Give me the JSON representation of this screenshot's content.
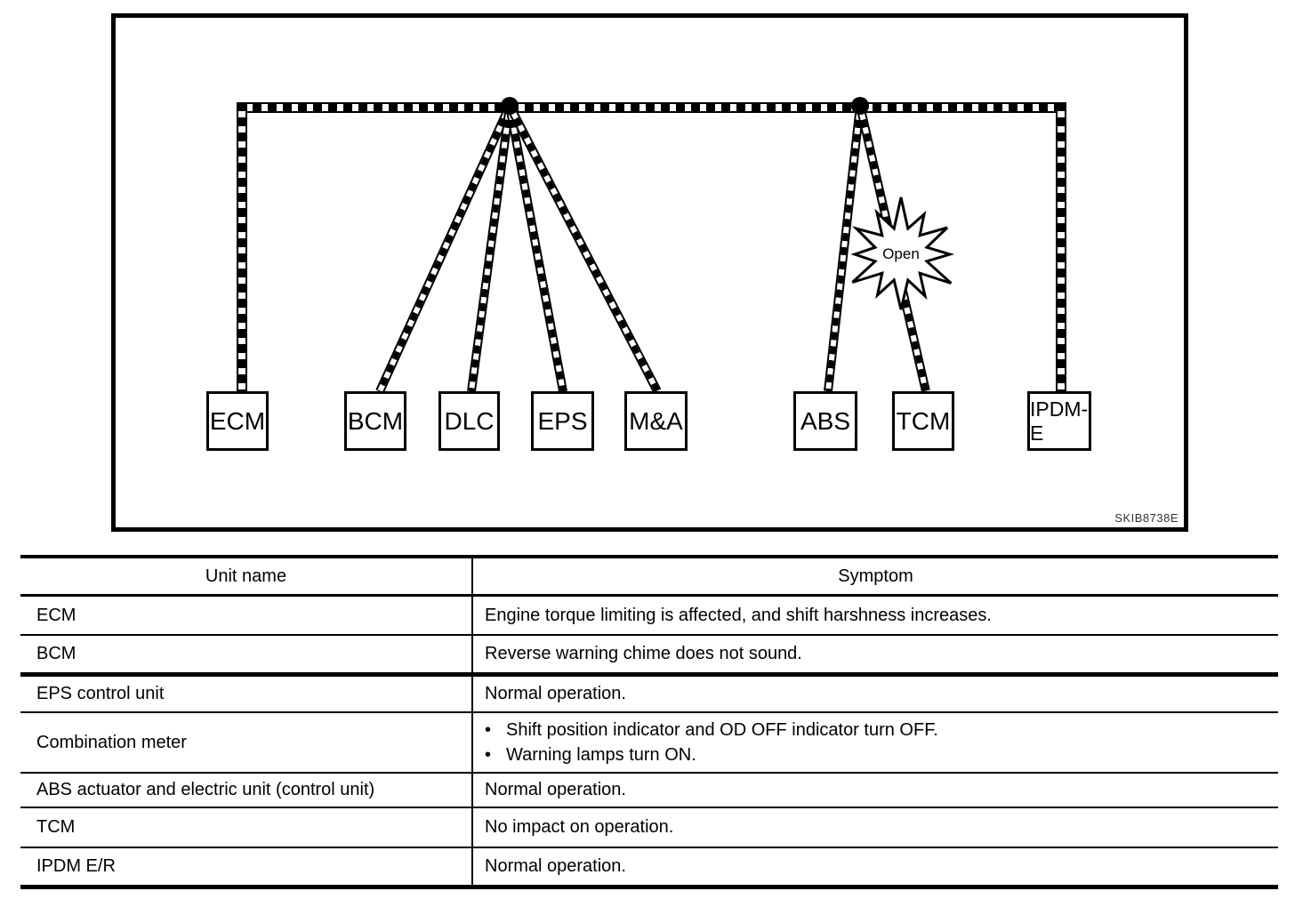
{
  "diagram": {
    "nodes": [
      {
        "label": "ECM"
      },
      {
        "label": "BCM"
      },
      {
        "label": "DLC"
      },
      {
        "label": "EPS"
      },
      {
        "label": "M&A"
      },
      {
        "label": "ABS"
      },
      {
        "label": "TCM"
      },
      {
        "label": "IPDM-E"
      }
    ],
    "open_label": "Open",
    "figure_code": "SKIB8738E"
  },
  "table": {
    "bullet": "•",
    "header": {
      "unit": "Unit name",
      "symptom": "Symptom"
    },
    "rows": [
      {
        "unit": "ECM",
        "symptom": "Engine torque limiting is affected, and shift harshness increases."
      },
      {
        "unit": "BCM",
        "symptom": "Reverse warning chime does not sound."
      },
      {
        "unit": "EPS control unit",
        "symptom": "Normal operation."
      },
      {
        "unit": "Combination meter",
        "symptoms": [
          "Shift position indicator and OD OFF indicator turn OFF.",
          "Warning lamps turn ON."
        ]
      },
      {
        "unit": "ABS actuator and electric unit (control unit)",
        "symptom": "Normal operation."
      },
      {
        "unit": "TCM",
        "symptom": "No impact on operation."
      },
      {
        "unit": "IPDM E/R",
        "symptom": "Normal operation."
      }
    ]
  },
  "colors": {
    "ink": "#000000",
    "paper": "#ffffff"
  }
}
